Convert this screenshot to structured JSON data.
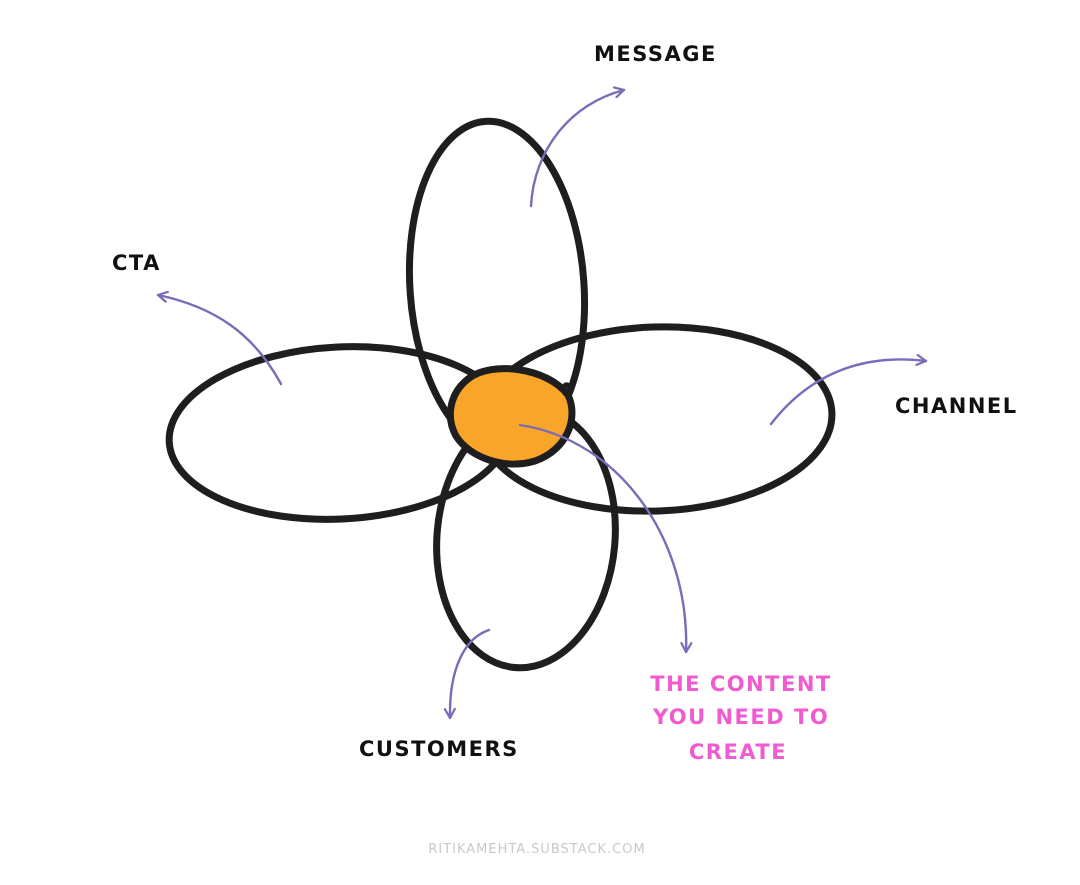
{
  "diagram": {
    "labels": {
      "message": "MESSAGE",
      "cta": "CTA",
      "channel": "CHANNEL",
      "customers": "CUSTOMERS",
      "center_line1": "THE CONTENT",
      "center_line2": "YOU NEED TO",
      "center_line3": "CREATE"
    },
    "footer": "RITIKAMEHTA.SUBSTACK.COM",
    "colors": {
      "outline": "#1e1e1e",
      "center_fill": "#f8a52a",
      "arrow": "#7b6bb8",
      "highlight_text": "#f05ccf",
      "footer_text": "#c9c9c9"
    }
  }
}
